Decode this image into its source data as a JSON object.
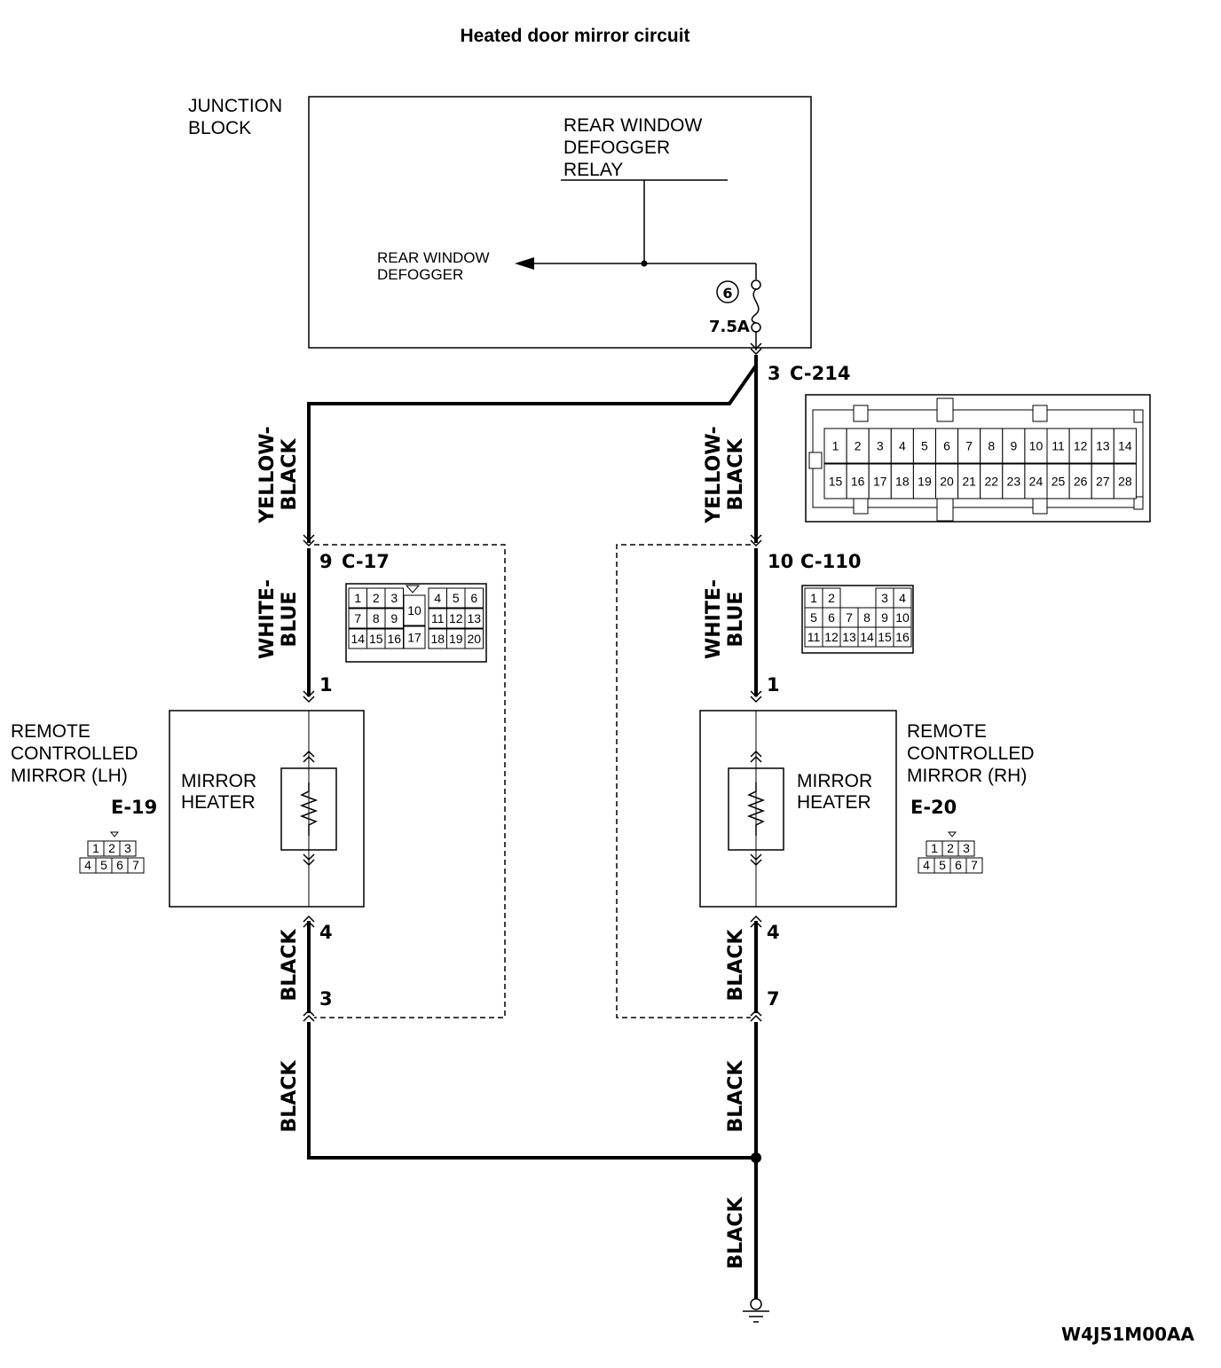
{
  "title": "Heated door mirror circuit",
  "drawing_code": "W4J51M00AA",
  "junction_block": {
    "label_line1": "JUNCTION",
    "label_line2": "BLOCK",
    "relay_line1": "REAR WINDOW",
    "relay_line2": "DEFOGGER",
    "relay_line3": "RELAY",
    "output_line1": "REAR WINDOW",
    "output_line2": "DEFOGGER",
    "fuse_number": "6",
    "fuse_rating": "7.5A"
  },
  "connectors": {
    "c214": {
      "pin": "3",
      "name": "C-214",
      "row1": [
        "1",
        "2",
        "3",
        "4",
        "5",
        "6",
        "7",
        "8",
        "9",
        "10",
        "11",
        "12",
        "13",
        "14"
      ],
      "row2": [
        "15",
        "16",
        "17",
        "18",
        "19",
        "20",
        "21",
        "22",
        "23",
        "24",
        "25",
        "26",
        "27",
        "28"
      ]
    },
    "c17": {
      "pin": "9",
      "name": "C-17",
      "row1": [
        "1",
        "2",
        "3",
        "10",
        "4",
        "5",
        "6"
      ],
      "row2": [
        "7",
        "8",
        "9",
        "11",
        "12",
        "13"
      ],
      "row3": [
        "14",
        "15",
        "16",
        "17",
        "18",
        "19",
        "20"
      ]
    },
    "c110": {
      "pin": "10",
      "name": "C-110",
      "row1": [
        "1",
        "2",
        "3",
        "4"
      ],
      "row2": [
        "5",
        "6",
        "7",
        "8",
        "9",
        "10"
      ],
      "row3": [
        "11",
        "12",
        "13",
        "14",
        "15",
        "16"
      ]
    },
    "e19": {
      "name": "E-19",
      "row1": [
        "1",
        "2",
        "3"
      ],
      "row2": [
        "4",
        "5",
        "6",
        "7"
      ]
    },
    "e20": {
      "name": "E-20",
      "row1": [
        "1",
        "2",
        "3"
      ],
      "row2": [
        "4",
        "5",
        "6",
        "7"
      ]
    }
  },
  "left": {
    "wire1_line1": "YELLOW-",
    "wire1_line2": "BLACK",
    "wire2_line1": "WHITE-",
    "wire2_line2": "BLUE",
    "wire3": "BLACK",
    "wire4": "BLACK",
    "pin_top": "1",
    "pin_bottom": "4",
    "pin_c17": "3",
    "mirror_line1": "REMOTE",
    "mirror_line2": "CONTROLLED",
    "mirror_line3": "MIRROR (LH)",
    "heater_line1": "MIRROR",
    "heater_line2": "HEATER"
  },
  "right": {
    "wire1_line1": "YELLOW-",
    "wire1_line2": "BLACK",
    "wire2_line1": "WHITE-",
    "wire2_line2": "BLUE",
    "wire3": "BLACK",
    "wire4": "BLACK",
    "wire_ground": "BLACK",
    "pin_top": "1",
    "pin_bottom": "4",
    "pin_c110": "7",
    "mirror_line1": "REMOTE",
    "mirror_line2": "CONTROLLED",
    "mirror_line3": "MIRROR (RH)",
    "heater_line1": "MIRROR",
    "heater_line2": "HEATER"
  }
}
